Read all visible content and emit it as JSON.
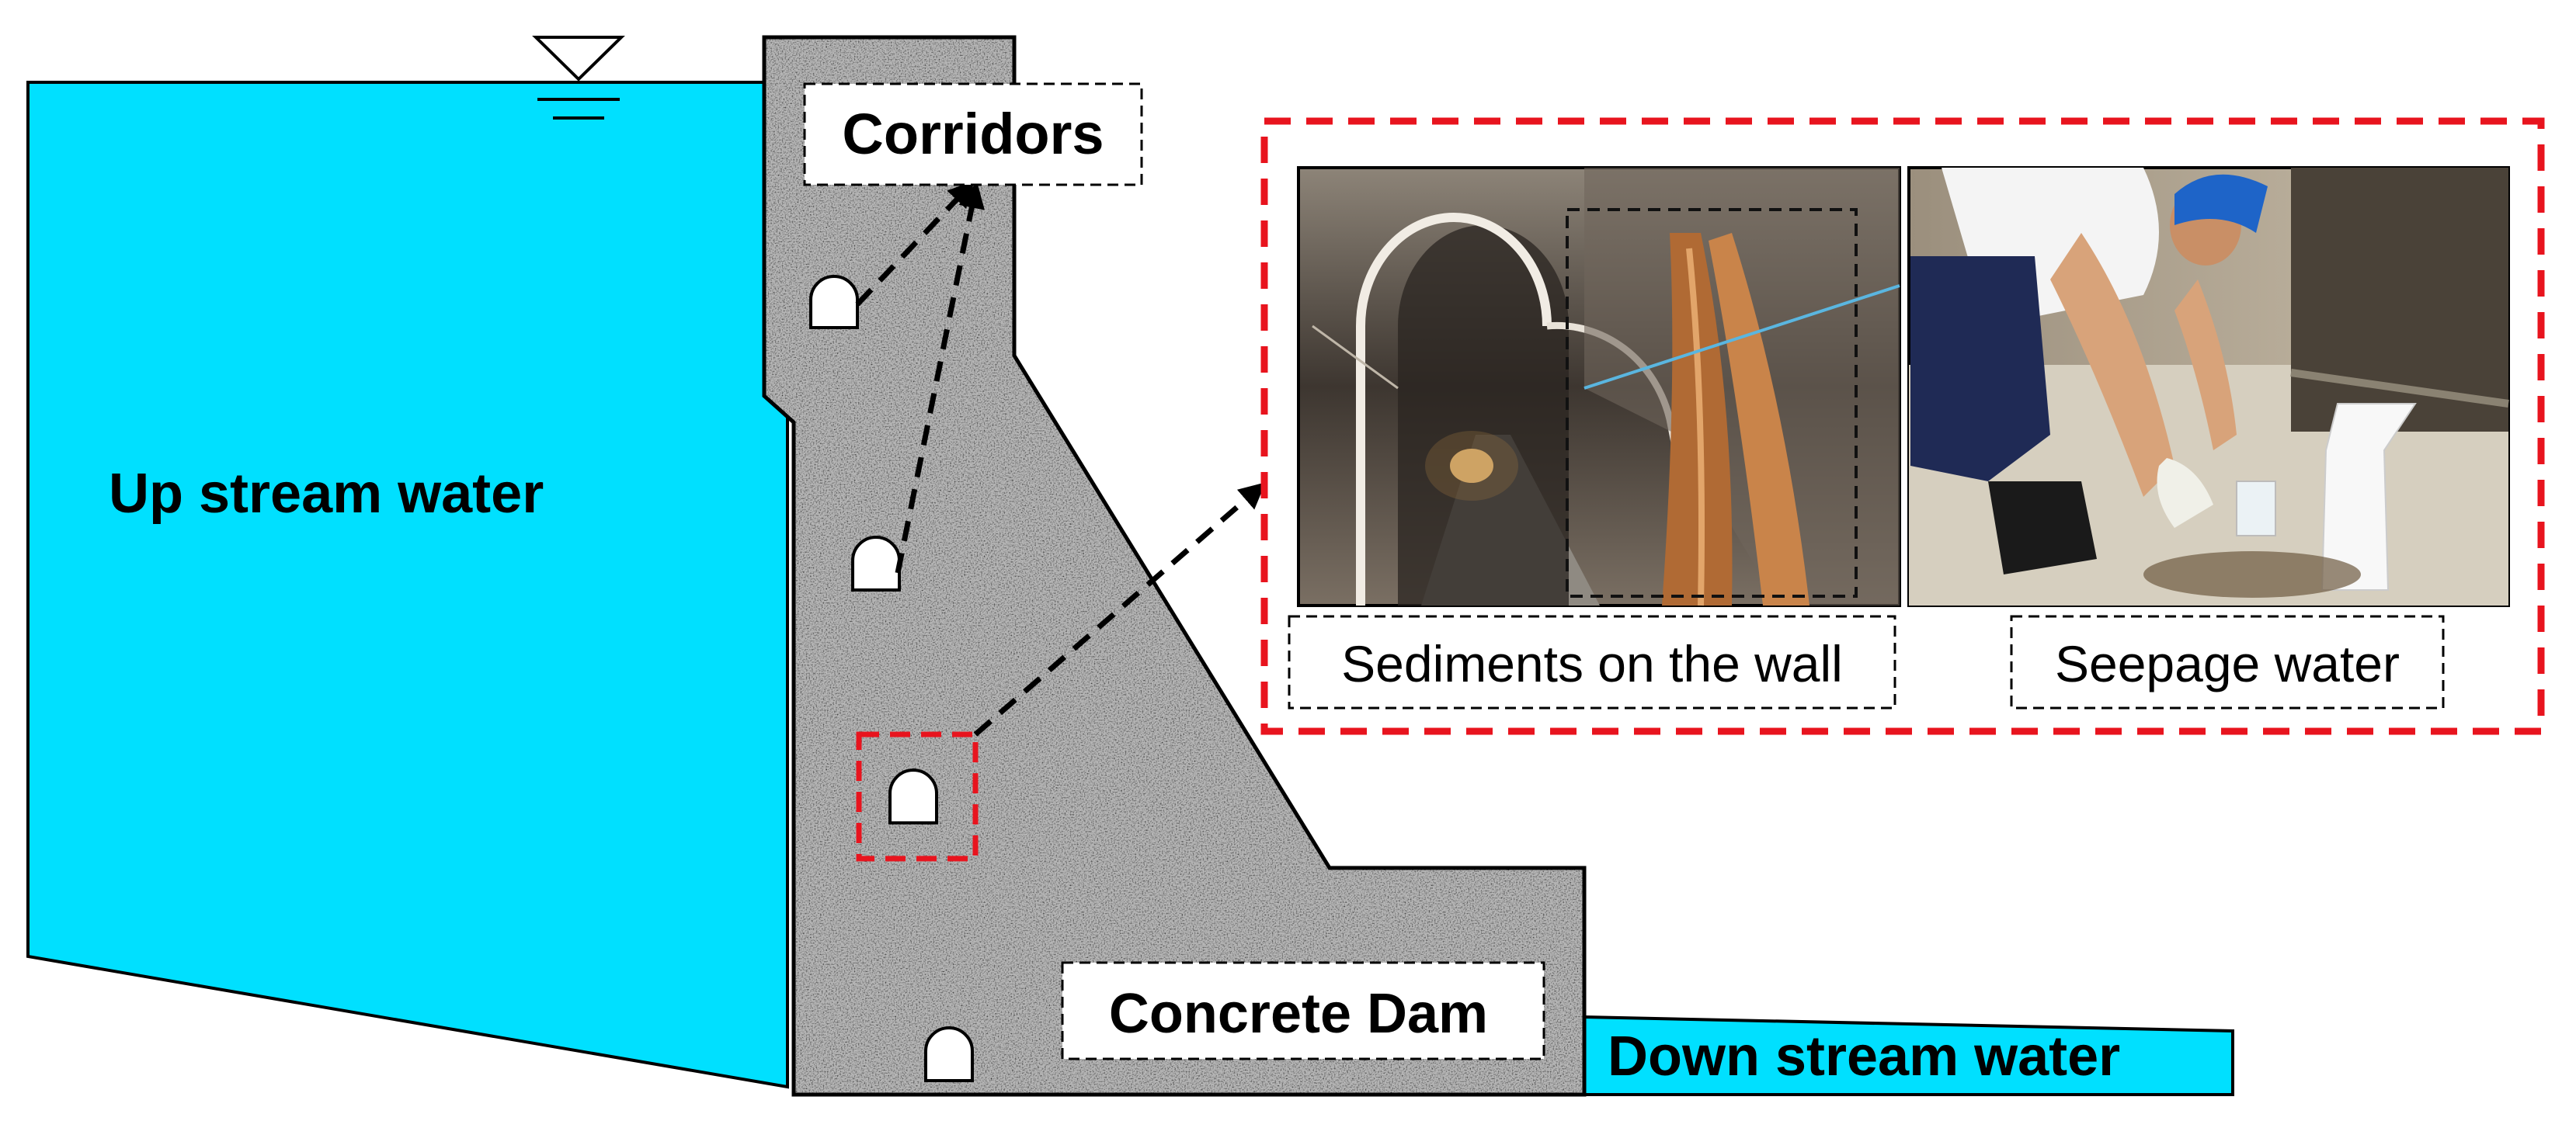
{
  "labels": {
    "corridors": "Corridors",
    "upstream": "Up stream water",
    "concrete_dam": "Concrete Dam",
    "downstream": "Down stream water",
    "sediments": "Sediments on the wall",
    "seepage": "Seepage water"
  },
  "colors": {
    "water": "#00E0FF",
    "concrete_base": "#b9b9b9",
    "highlight_red": "#E8141E",
    "outline": "#000000"
  },
  "icons": {
    "water_level": "water-level-triangle-icon",
    "corridor": "corridor-arch-icon"
  }
}
